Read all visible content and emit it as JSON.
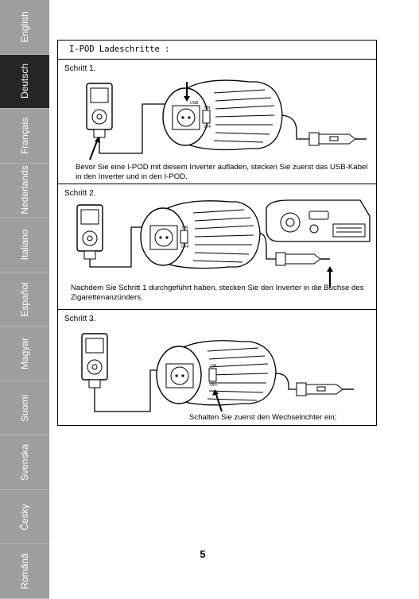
{
  "sidebar": {
    "items": [
      {
        "label": "English",
        "active": false
      },
      {
        "label": "Deutsch",
        "active": true
      },
      {
        "label": "Français",
        "active": false
      },
      {
        "label": "Nederlands",
        "active": false
      },
      {
        "label": "Italiano",
        "active": false
      },
      {
        "label": "Español",
        "active": false
      },
      {
        "label": "Magyar",
        "active": false
      },
      {
        "label": "Suomi",
        "active": false
      },
      {
        "label": "Svenska",
        "active": false
      },
      {
        "label": "Česky",
        "active": false
      },
      {
        "label": "Română",
        "active": false
      }
    ]
  },
  "section": {
    "title": "I-POD Ladeschritte :"
  },
  "steps": [
    {
      "label": "Schritt 1.",
      "text": "Bevor Sie eine I-POD mit diesem Inverter aufladen, stecken Sie zuerst das USB-Kabel in den Inverter  und in den I-POD."
    },
    {
      "label": "Schritt 2.",
      "text": "Nachdem Sie Schritt 1 durchgeführt haben, stecken Sie den Inverter in die Buchse des Zigarettenanzünders."
    },
    {
      "label": "Schritt 3.",
      "text": "Schalten Sie zuerst  den Wechselrichter ein;"
    }
  ],
  "diagram": {
    "switch_on": "ON",
    "switch_off": "OFF",
    "usb_label": "USB"
  },
  "page_number": "5"
}
